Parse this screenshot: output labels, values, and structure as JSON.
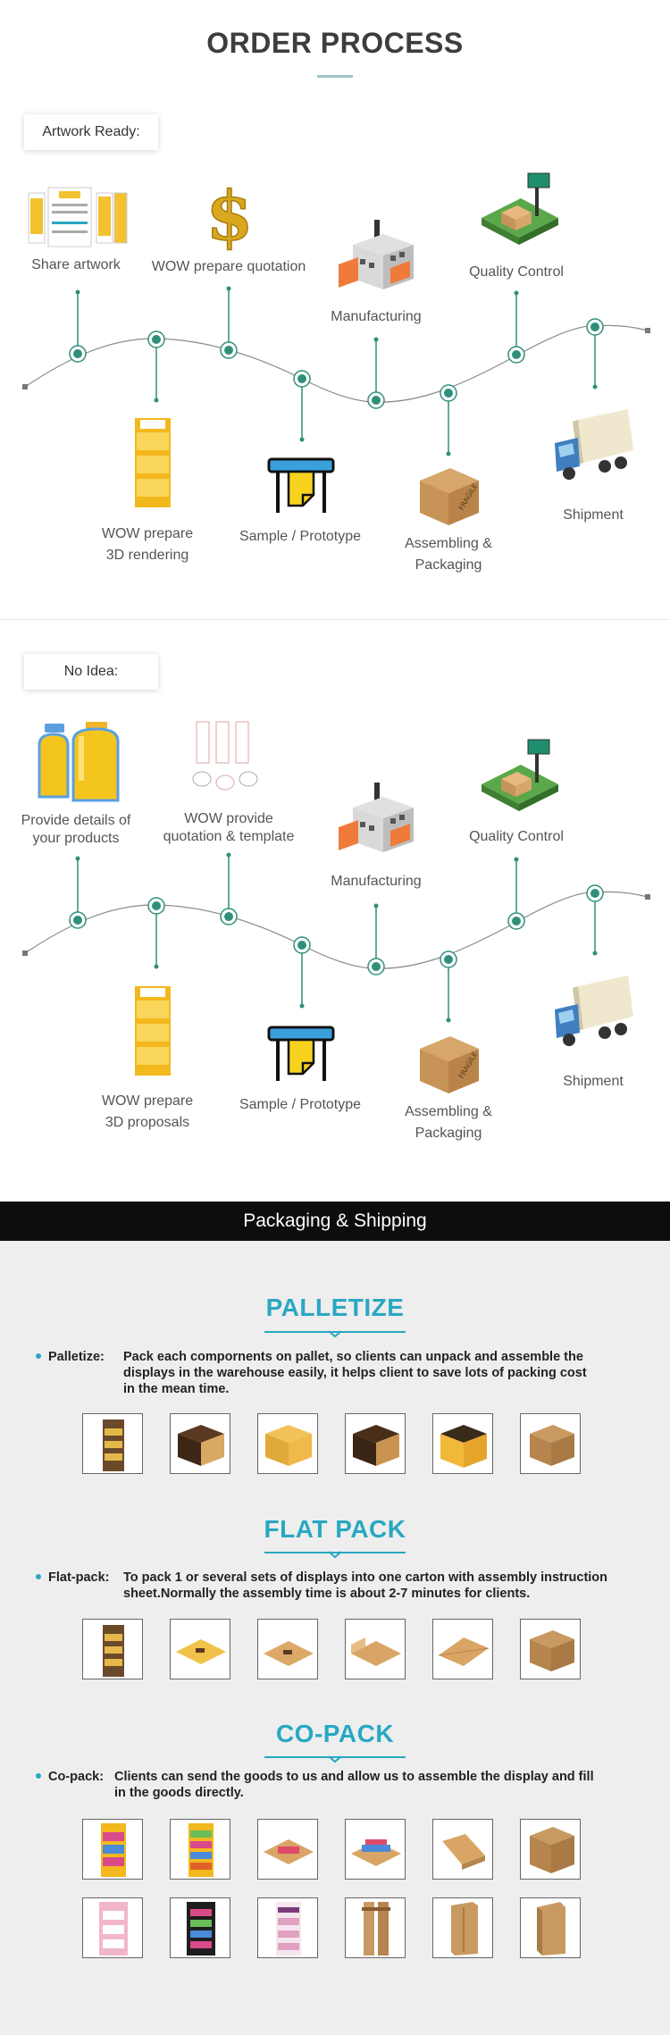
{
  "page": {
    "title": "ORDER PROCESS"
  },
  "artwork_flow": {
    "tag": "Artwork Ready:",
    "steps": [
      {
        "label": "Share artwork",
        "icon": "artwork-sheet-icon"
      },
      {
        "label": "WOW prepare quotation",
        "icon": "dollar-sign-icon"
      },
      {
        "label": "Manufacturing",
        "icon": "factory-icon"
      },
      {
        "label": "Quality Control",
        "icon": "quality-check-icon"
      },
      {
        "label_line1": "WOW prepare",
        "label_line2": "3D rendering",
        "icon": "display-stand-icon"
      },
      {
        "label": "Sample / Prototype",
        "icon": "plotter-icon"
      },
      {
        "label_line1": "Assembling &",
        "label_line2": "Packaging",
        "icon": "carton-box-icon"
      },
      {
        "label": "Shipment",
        "icon": "truck-icon"
      }
    ]
  },
  "noidea_flow": {
    "tag": "No Idea:",
    "steps": [
      {
        "label_line1": "Provide details of",
        "label_line2": "your products",
        "icon": "bottles-icon"
      },
      {
        "label_line1": "WOW provide",
        "label_line2": "quotation & template",
        "icon": "template-sketch-icon"
      },
      {
        "label": "Manufacturing",
        "icon": "factory-icon"
      },
      {
        "label": "Quality Control",
        "icon": "quality-check-icon"
      },
      {
        "label_line1": "WOW prepare",
        "label_line2": "3D proposals",
        "icon": "display-stand-icon"
      },
      {
        "label": "Sample / Prototype",
        "icon": "plotter-icon"
      },
      {
        "label_line1": "Assembling &",
        "label_line2": "Packaging",
        "icon": "carton-box-icon"
      },
      {
        "label": "Shipment",
        "icon": "truck-icon"
      }
    ]
  },
  "packaging": {
    "bar_title": "Packaging & Shipping",
    "palletize": {
      "heading": "PALLETIZE",
      "lead": "Palletize:",
      "line1": "Pack each compornents on pallet, so clients can unpack and assemble the",
      "line2": "displays in the warehouse easily, it helps client to save lots of packing cost",
      "line3": "in the mean time."
    },
    "flatpack": {
      "heading": "FLAT PACK",
      "lead": "Flat-pack:",
      "line1": "To pack 1 or several sets of displays into one carton with assembly instruction",
      "line2": "sheet.Normally the assembly time is about 2-7 minutes for clients."
    },
    "copack": {
      "heading": "CO-PACK",
      "lead": "Co-pack:",
      "line1": "Clients can send the goods to us and allow us to  assemble the display and fill",
      "line2": "in the goods directly."
    }
  },
  "colors": {
    "accent": "#29a8c2",
    "node": "#2f8f7a",
    "bar": "#0d0d0d"
  }
}
